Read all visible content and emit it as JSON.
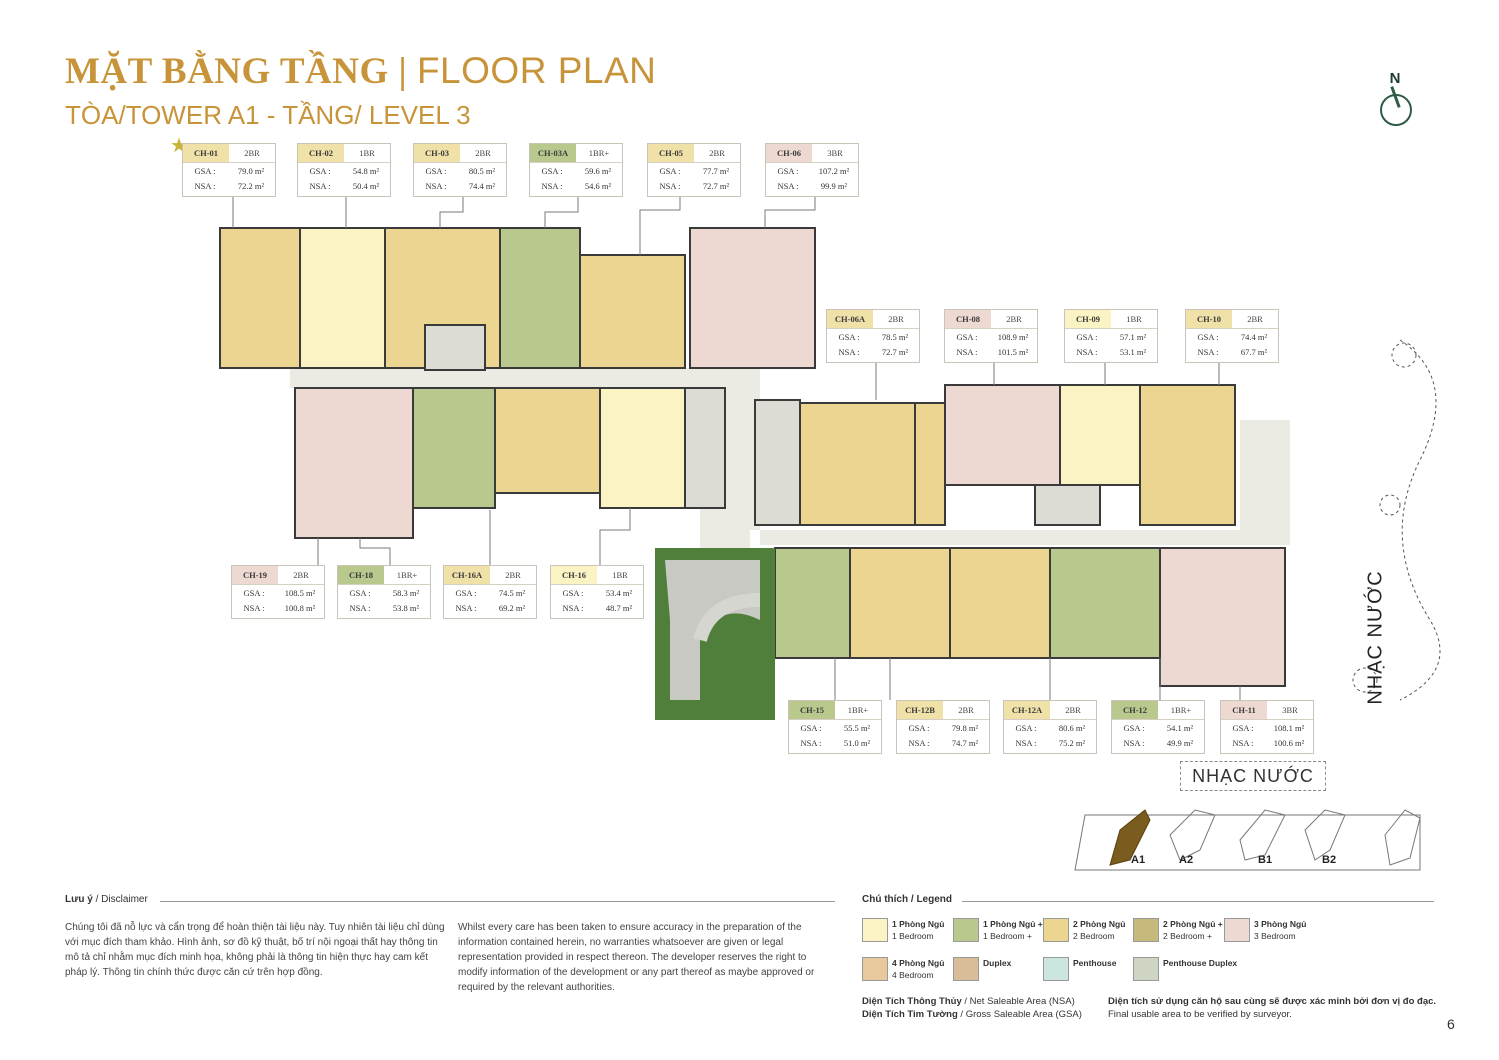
{
  "header": {
    "title_vi": "MẶT BẰNG TẦNG",
    "separator": "|",
    "title_en": "FLOOR PLAN",
    "subtitle": "TÒA/TOWER A1 - TẦNG/ LEVEL 3"
  },
  "compass": {
    "label": "N"
  },
  "units": [
    {
      "code": "CH-01",
      "type": "2BR",
      "gsa": "79.0 m²",
      "nsa": "72.2 m²"
    },
    {
      "code": "CH-02",
      "type": "1BR",
      "gsa": "54.8 m²",
      "nsa": "50.4 m²"
    },
    {
      "code": "CH-03",
      "type": "2BR",
      "gsa": "80.5 m²",
      "nsa": "74.4 m²"
    },
    {
      "code": "CH-03A",
      "type": "1BR+",
      "gsa": "59.6 m²",
      "nsa": "54.6 m²"
    },
    {
      "code": "CH-05",
      "type": "2BR",
      "gsa": "77.7 m²",
      "nsa": "72.7 m²"
    },
    {
      "code": "CH-06",
      "type": "3BR",
      "gsa": "107.2 m²",
      "nsa": "99.9 m²"
    },
    {
      "code": "CH-06A",
      "type": "2BR",
      "gsa": "78.5 m²",
      "nsa": "72.7 m²"
    },
    {
      "code": "CH-08",
      "type": "2BR",
      "gsa": "108.9 m²",
      "nsa": "101.5 m²"
    },
    {
      "code": "CH-09",
      "type": "1BR",
      "gsa": "57.1 m²",
      "nsa": "53.1 m²"
    },
    {
      "code": "CH-10",
      "type": "2BR",
      "gsa": "74.4 m²",
      "nsa": "67.7 m²"
    },
    {
      "code": "CH-19",
      "type": "2BR",
      "gsa": "108.5 m²",
      "nsa": "100.8 m²"
    },
    {
      "code": "CH-18",
      "type": "1BR+",
      "gsa": "58.3 m²",
      "nsa": "53.8 m²"
    },
    {
      "code": "CH-16A",
      "type": "2BR",
      "gsa": "74.5 m²",
      "nsa": "69.2 m²"
    },
    {
      "code": "CH-16",
      "type": "1BR",
      "gsa": "53.4 m²",
      "nsa": "48.7 m²"
    },
    {
      "code": "CH-15",
      "type": "1BR+",
      "gsa": "55.5 m²",
      "nsa": "51.0 m²"
    },
    {
      "code": "CH-12B",
      "type": "2BR",
      "gsa": "79.8 m²",
      "nsa": "74.7 m²"
    },
    {
      "code": "CH-12A",
      "type": "2BR",
      "gsa": "80.6 m²",
      "nsa": "75.2 m²"
    },
    {
      "code": "CH-12",
      "type": "1BR+",
      "gsa": "54.1 m²",
      "nsa": "49.9 m²"
    },
    {
      "code": "CH-11",
      "type": "3BR",
      "gsa": "108.1 m²",
      "nsa": "100.6 m²"
    }
  ],
  "labels": {
    "gsa": "GSA :",
    "nsa": "NSA :"
  },
  "nhac_nuoc": "NHẠC NƯỚC",
  "site_map": {
    "towers": [
      "A1",
      "A2",
      "B1",
      "B2"
    ]
  },
  "disclaimer": {
    "heading_vi": "Lưu ý",
    "heading_en": " / Disclaimer",
    "text_vi": "Chúng tôi đã nỗ lực và cẩn trọng để hoàn thiện tài liệu này. Tuy nhiên tài liệu chỉ dùng với mục đích tham khảo. Hình ảnh, sơ đồ kỹ thuật, bố trí nội ngoại thất hay thông tin mô tả chỉ nhằm mục đích minh họa, không phải là thông tin hiện thực hay cam kết pháp lý. Thông tin chính thức được căn cứ trên hợp đồng.",
    "text_en": "Whilst every care has been taken to ensure accuracy in the preparation of the information contained herein, no warranties whatsoever are given or legal representation provided in respect thereon. The developer reserves the right to modify information of the development or any part thereof as maybe approved or required by the relevant authorities."
  },
  "legend": {
    "heading": "Chú thích / Legend",
    "items": [
      {
        "vi": "1 Phòng Ngủ",
        "en": "1 Bedroom",
        "color": "#fbf3c3"
      },
      {
        "vi": "1 Phòng Ngủ +",
        "en": "1 Bedroom +",
        "color": "#b9c98e"
      },
      {
        "vi": "2 Phòng Ngủ",
        "en": "2 Bedroom",
        "color": "#ecd591"
      },
      {
        "vi": "2 Phòng Ngủ +",
        "en": "2 Bedroom +",
        "color": "#c7b97c"
      },
      {
        "vi": "3 Phòng Ngủ",
        "en": "3 Bedroom",
        "color": "#eed9d2"
      },
      {
        "vi": "4 Phòng Ngủ",
        "en": "4 Bedroom",
        "color": "#e8c99c"
      },
      {
        "vi": "Duplex",
        "en": "",
        "color": "#d8bd98"
      },
      {
        "vi": "Penthouse",
        "en": "",
        "color": "#cde5e0"
      },
      {
        "vi": "Penthouse Duplex",
        "en": "",
        "color": "#cfd5c3"
      }
    ]
  },
  "area_note": {
    "nsa_vi": "Diện Tích Thông Thủy",
    "nsa_en": " / Net Saleable Area (NSA)",
    "gsa_vi": "Diện Tích Tim Tường",
    "gsa_en": " / Gross Saleable Area (GSA)",
    "final_vi": "Diện tích sử dụng căn hộ sau cùng sẽ được xác minh bởi đơn vị đo đạc.",
    "final_en": "Final usable area to be verified by surveyor."
  },
  "page_number": "6"
}
